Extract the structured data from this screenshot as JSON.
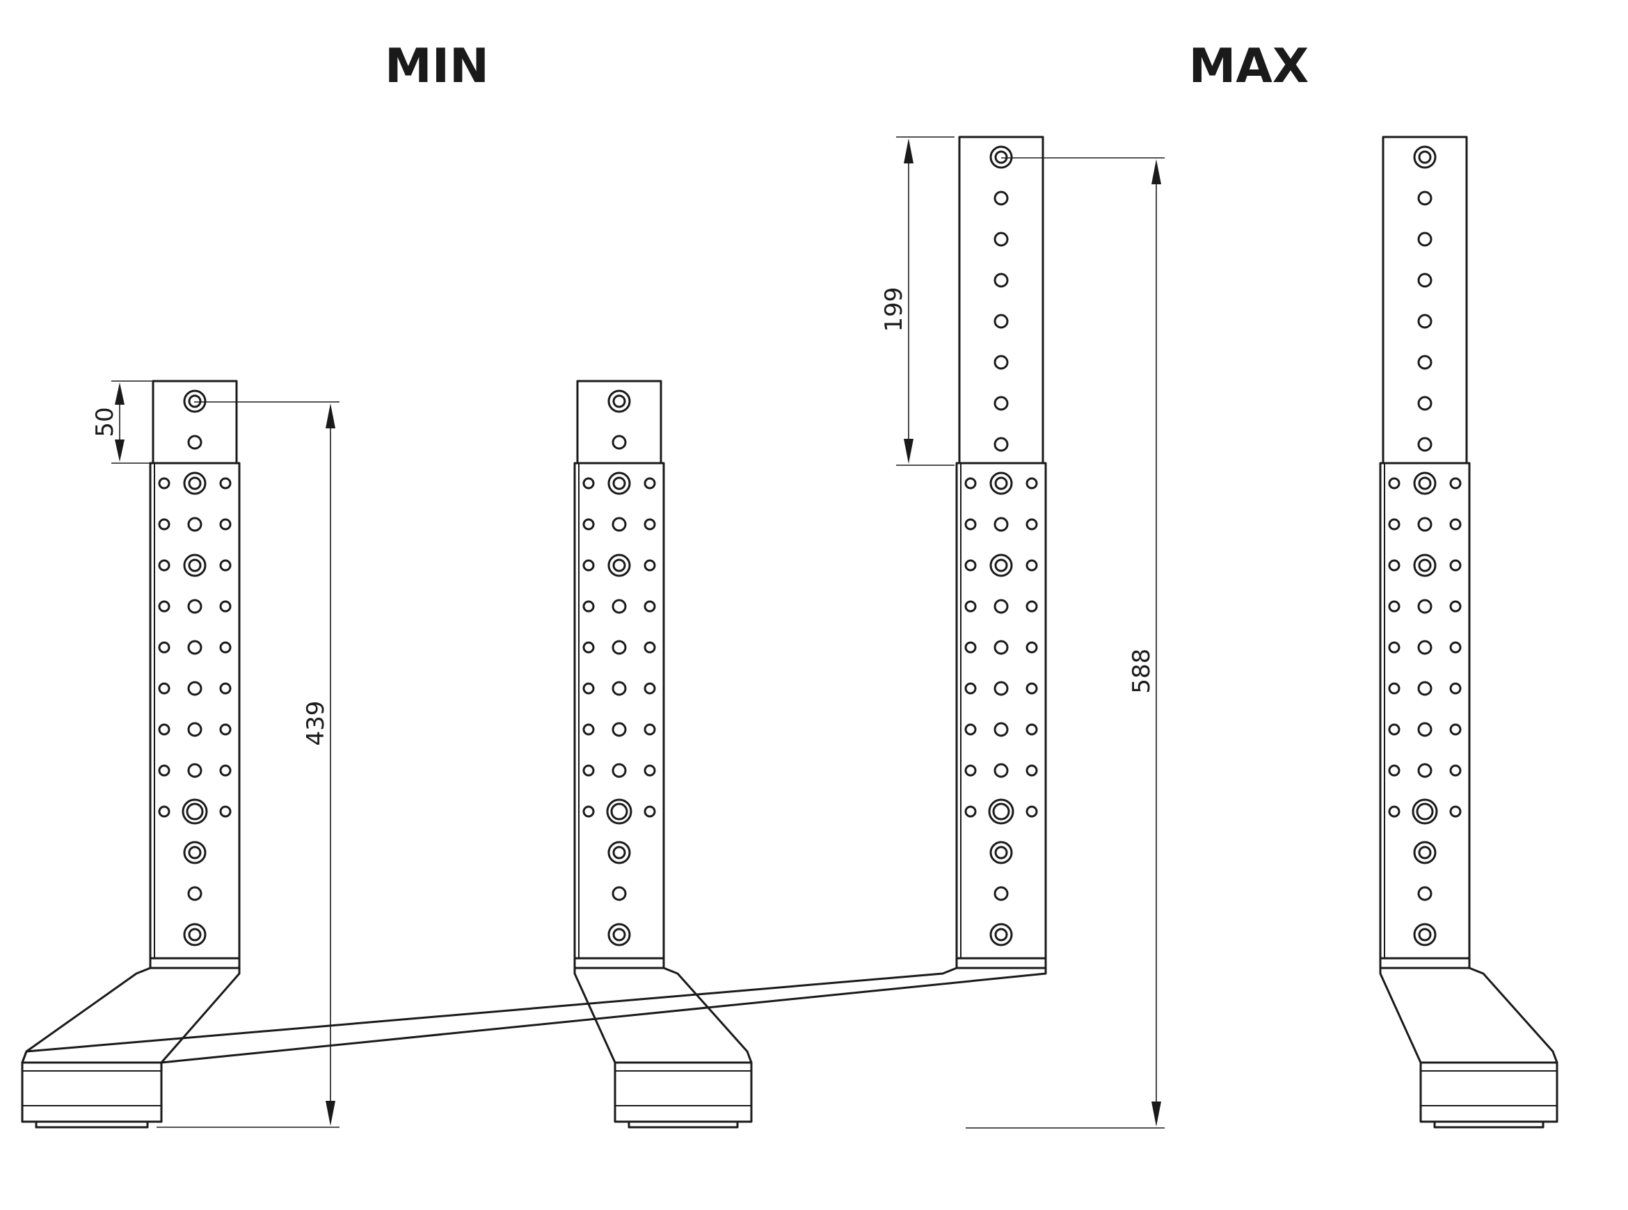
{
  "headings": {
    "min": "MIN",
    "max": "MAX"
  },
  "dimensions": {
    "min_top_offset": "50",
    "min_total_height": "439",
    "max_extension": "199",
    "max_total_height": "588"
  },
  "colors": {
    "line": "#1a1a1a",
    "background": "#ffffff"
  }
}
